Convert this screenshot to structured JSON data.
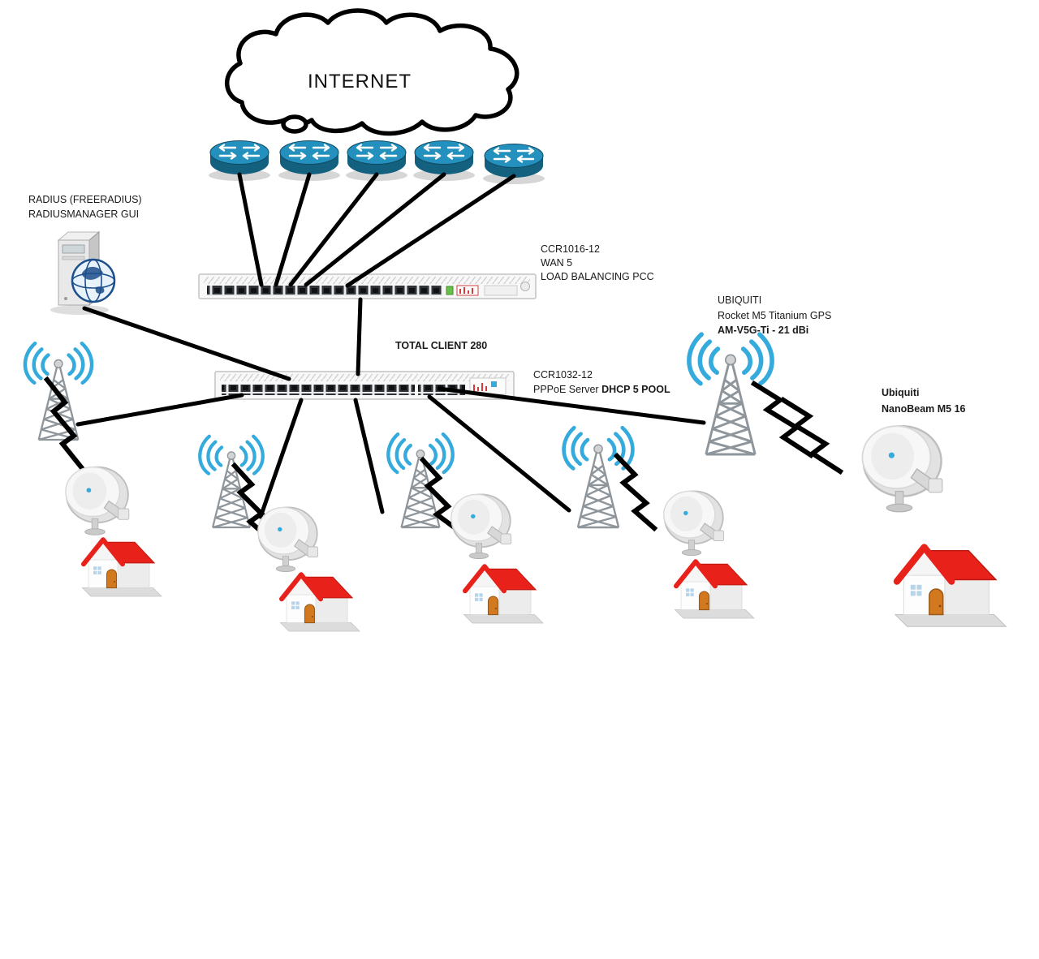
{
  "diagram": {
    "internet_label": "INTERNET",
    "radius_server": {
      "line1": "RADIUS (FREERADIUS)",
      "line2": "RADIUSMANAGER GUI"
    },
    "core_router": {
      "line1": "CCR1016-12",
      "line2": "WAN 5",
      "line3": "LOAD BALANCING PCC"
    },
    "total_client": "TOTAL CLIENT 280",
    "pppoe_router": {
      "line1": "CCR1032-12",
      "line2a": "PPPoE Server ",
      "line2b": "DHCP 5 POOL"
    },
    "rocket_ap": {
      "line1": "UBIQUITI",
      "line2": "Rocket M5 Titanium GPS",
      "line3": "AM-V5G-Ti - 21 dBi"
    },
    "nanobeam_cpe": {
      "line1": "Ubiquiti",
      "line2": "NanoBeam M5 16"
    }
  },
  "icons": {
    "cloud": "internet-cloud",
    "router": "cisco-router",
    "rack_device": "mikrotik-ccr-rack",
    "server": "radius-server-tower",
    "globe": "globe",
    "tower": "radio-tower-with-waves",
    "dish": "nanobeam-dish",
    "house": "client-house",
    "bolt": "wireless-link-bolt"
  },
  "colors": {
    "wave_blue": "#35aadd",
    "router_blue_top": "#2490bd",
    "router_blue_body": "#14607f",
    "roof_red": "#e8221a",
    "roof_red_dark": "#bf1a10",
    "door_orange": "#d2781e",
    "window_blue": "#b8d4ea",
    "link_black": "#000000"
  }
}
